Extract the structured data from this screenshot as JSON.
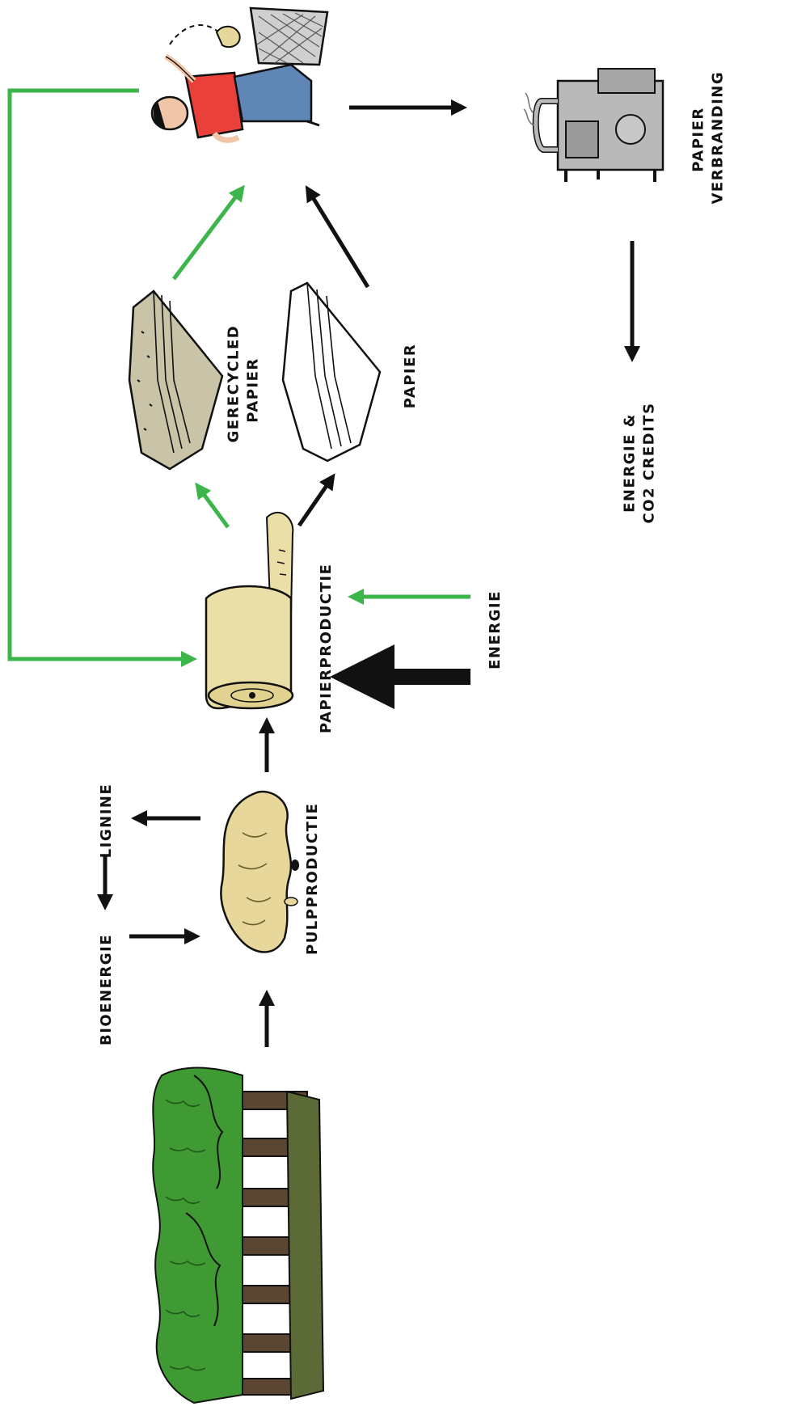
{
  "labels": {
    "bioenergie": "BIOENERGIE",
    "lignine": "LIGNINE",
    "pulpproductie": "PULPPRODUCTIE",
    "papierproductie": "PAPIERPRODUCTIE",
    "energie": "ENERGIE",
    "gerecycled_papier": "GERECYCLED\nPAPIER",
    "papier": "PAPIER",
    "energie_co2": "ENERGIE &\nCO2 CREDITS",
    "papier_verbranding": "PAPIER\nVERBRANDING"
  },
  "icons": {
    "forest": "forest-icon",
    "pulp": "pulp-icon",
    "paper_roll": "paper-roll-icon",
    "recycled_paper": "recycled-paper-stack-icon",
    "white_paper": "paper-stack-icon",
    "person": "person-throwing-trash-icon",
    "waste_bin": "waste-bin-icon",
    "incinerator": "incinerator-machine-icon"
  },
  "colors": {
    "flow_black": "#111111",
    "flow_green": "#3cb64a",
    "tree_green": "#3f9a33",
    "trunk": "#5a4632",
    "pulp": "#e7d79a",
    "roll": "#eadfa6",
    "recycled_paper": "#c9c3a8",
    "shirt": "#e9403a",
    "jeans": "#5f86b5",
    "machine": "#b9b9b9"
  }
}
